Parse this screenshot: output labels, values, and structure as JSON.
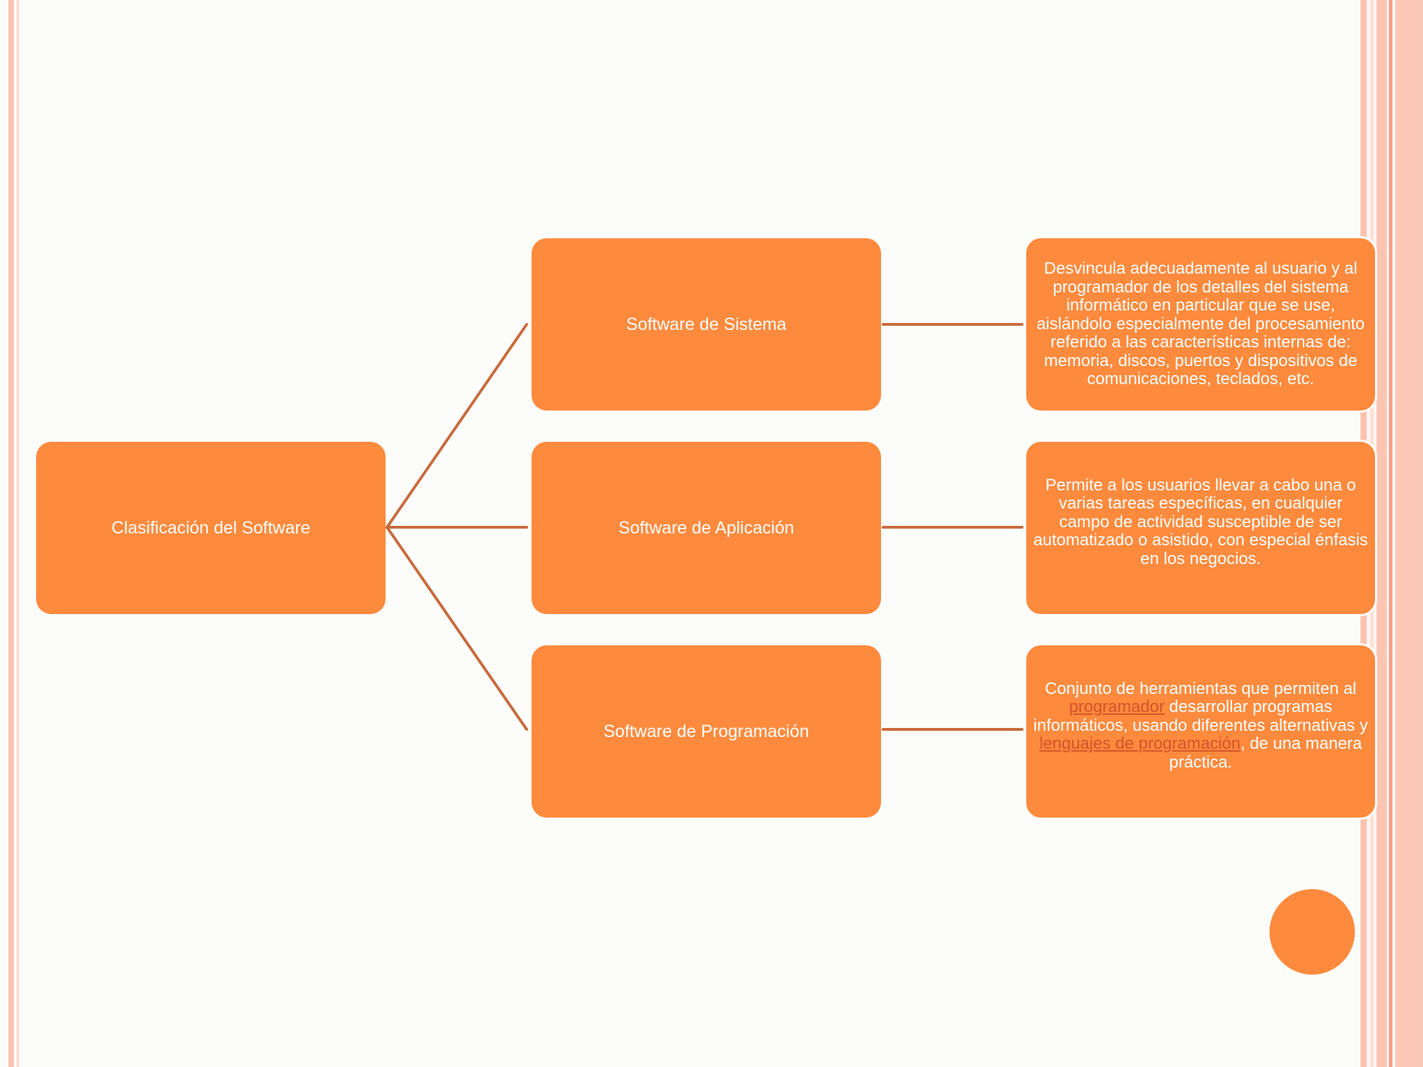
{
  "colors": {
    "box_fill": "#fd8a3d",
    "connector": "#c8693a",
    "link": "#d2532a",
    "background": "#fcfcfa"
  },
  "diagram": {
    "root": {
      "label": "Clasificación del Software"
    },
    "branches": [
      {
        "label": "Software de Sistema",
        "description": "Desvincula adecuadamente al usuario y al programador de los detalles del sistema informático en particular que se use, aislándolo especialmente del procesamiento referido a las características internas de: memoria, discos, puertos y dispositivos de comunicaciones, teclados, etc."
      },
      {
        "label": "Software de Aplicación",
        "description": "Permite a los usuarios llevar a cabo una o varias tareas específicas, en cualquier campo de actividad susceptible de ser automatizado o asistido, con especial énfasis en los negocios."
      },
      {
        "label": "Software de Programación",
        "description_parts": [
          "Conjunto de herramientas que permiten al ",
          "programador",
          " desarrollar programas informáticos, usando diferentes alternativas y ",
          "lenguajes de programación",
          ", de una manera práctica."
        ]
      }
    ]
  }
}
